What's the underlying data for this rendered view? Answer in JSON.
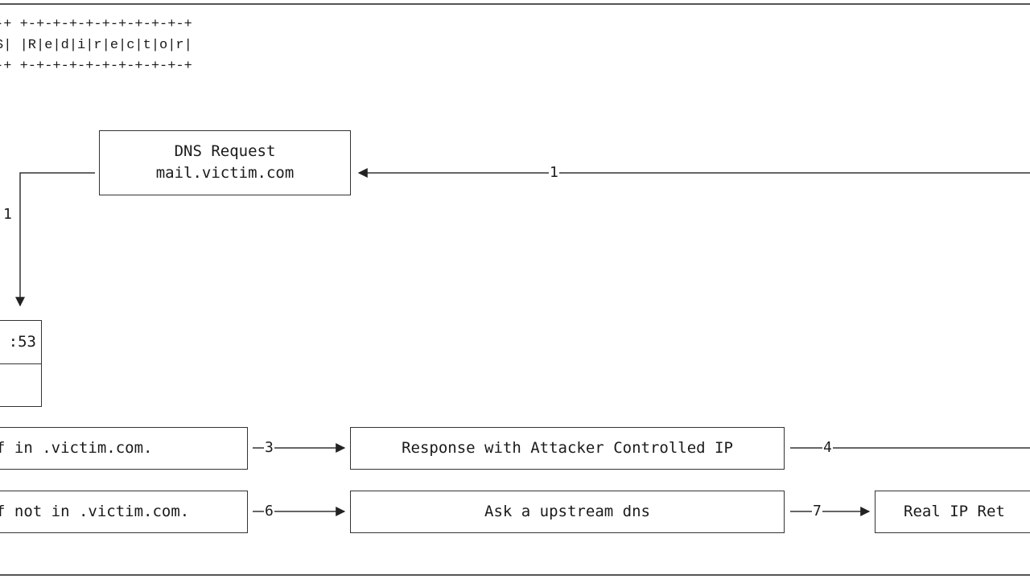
{
  "banner": {
    "top_border": "-+ +-+-+-+-+-+-+-+-+-+-+",
    "text_row": "S| |R|e|d|i|r|e|c|t|o|r|",
    "bottom_border": "-+ +-+-+-+-+-+-+-+-+-+-+"
  },
  "nodes": {
    "dns_request": {
      "line1": "DNS Request",
      "line2": "mail.victim.com"
    },
    "listener": {
      "label": ":53"
    },
    "rule_in": {
      "label": "f in .victim.com."
    },
    "attacker_response": {
      "label": "Response with Attacker Controlled IP"
    },
    "rule_not_in": {
      "label": "f not in .victim.com."
    },
    "upstream": {
      "label": "Ask a upstream dns"
    },
    "real_ip": {
      "label": "Real IP Ret"
    }
  },
  "edges": {
    "incoming_request": "1",
    "request_to_listener": "1",
    "in_to_response": "3",
    "response_out": "4",
    "not_in_to_upstream": "6",
    "upstream_to_real": "7"
  },
  "colors": {
    "stroke": "#333333",
    "frame": "#555555",
    "background": "#ffffff"
  }
}
